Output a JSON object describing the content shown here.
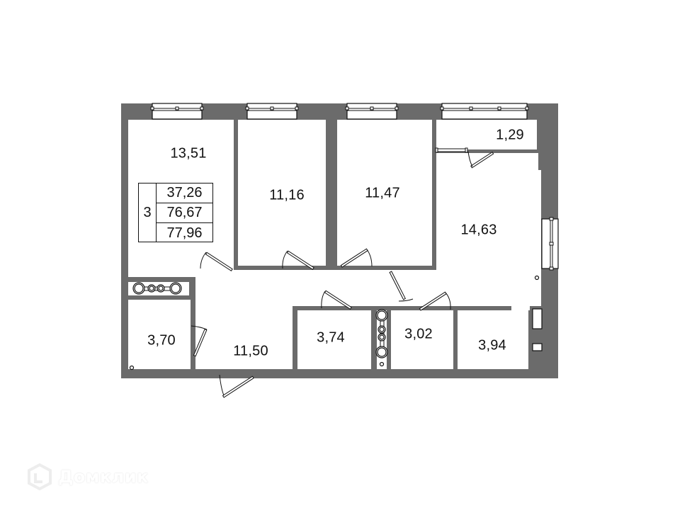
{
  "plan": {
    "type": "apartment-floor-plan",
    "colors": {
      "wall": "#6b6b6b",
      "floor": "#ffffff",
      "line": "#111111",
      "text": "#111111"
    }
  },
  "summary": {
    "rooms_count": "3",
    "living_area": "37,26",
    "total_area": "76,67",
    "total_area_with_balcony": "77,96"
  },
  "rooms": [
    {
      "id": "bedroom-1",
      "area": "13,51"
    },
    {
      "id": "bedroom-2",
      "area": "11,16"
    },
    {
      "id": "bedroom-3",
      "area": "11,47"
    },
    {
      "id": "balcony",
      "area": "1,29"
    },
    {
      "id": "kitchen-living",
      "area": "14,63"
    },
    {
      "id": "bathroom-1",
      "area": "3,70"
    },
    {
      "id": "hallway",
      "area": "11,50"
    },
    {
      "id": "storage",
      "area": "3,74"
    },
    {
      "id": "bathroom-2",
      "area": "3,02"
    },
    {
      "id": "utility",
      "area": "3,94"
    }
  ],
  "watermark": {
    "text": "Домклик",
    "icon": "domclick-logo-icon"
  }
}
